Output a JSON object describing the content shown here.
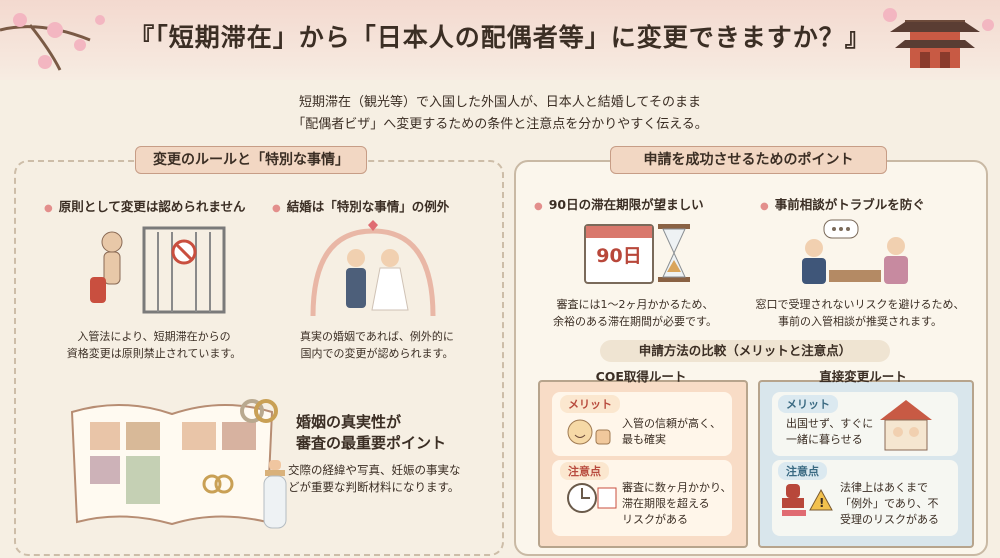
{
  "title": "『「短期滞在」から「日本人の配偶者等」に変更できますか？』",
  "intro": {
    "line1": "短期滞在（観光等）で入国した外国人が、日本人と結婚してそのまま",
    "line2": "「配偶者ビザ」へ変更するための条件と注意点を分かりやすく伝える。"
  },
  "left": {
    "header": "変更のルールと「特別な事情」",
    "principle": {
      "heading": "原則として変更は認められません",
      "text1": "入管法により、短期滞在からの",
      "text2": "資格変更は原則禁止されています。"
    },
    "exception": {
      "heading": "結婚は「特別な事情」の例外",
      "text1": "真実の婚姻であれば、例外的に",
      "text2": "国内での変更が認められます。"
    },
    "authenticity": {
      "title1": "婚姻の真実性が",
      "title2": "審査の最重要ポイント",
      "text1": "交際の経緯や写真、妊娠の事実な",
      "text2": "どが重要な判断材料になります。"
    }
  },
  "right": {
    "header": "申請を成功させるためのポイント",
    "stay": {
      "heading": "90日の滞在期限が望ましい",
      "calendar": "90日",
      "text1": "審査には1～2ヶ月かかるため、",
      "text2": "余裕のある滞在期間が必要です。"
    },
    "consult": {
      "heading": "事前相談がトラブルを防ぐ",
      "text1": "窓口で受理されないリスクを避けるため、",
      "text2": "事前の入管相談が推奨されます。"
    },
    "compare_header": "申請方法の比較（メリットと注意点）",
    "coe": {
      "title": "COE取得ルート",
      "merit_label": "メリット",
      "merit1": "入管の信頼が高く、",
      "merit2": "最も確実",
      "caution_label": "注意点",
      "caution1": "審査に数ヶ月かかり、",
      "caution2": "滞在期限を超える",
      "caution3": "リスクがある"
    },
    "direct": {
      "title": "直接変更ルート",
      "merit_label": "メリット",
      "merit1": "出国せず、すぐに",
      "merit2": "一緒に暮らせる",
      "caution_label": "注意点",
      "caution1": "法律上はあくまで",
      "caution2": "「例外」であり、不",
      "caution3": "受理のリスクがある"
    }
  },
  "icons": [
    "cherry-blossom-icon",
    "temple-icon",
    "gate-no-entry-icon",
    "wedding-couple-icon",
    "photo-album-icon",
    "rings-icon",
    "baby-bottle-icon",
    "calendar-icon",
    "hourglass-icon",
    "consultation-icon",
    "thumbs-up-icon",
    "clock-icon",
    "house-icon",
    "stamp-icon",
    "warning-icon"
  ]
}
